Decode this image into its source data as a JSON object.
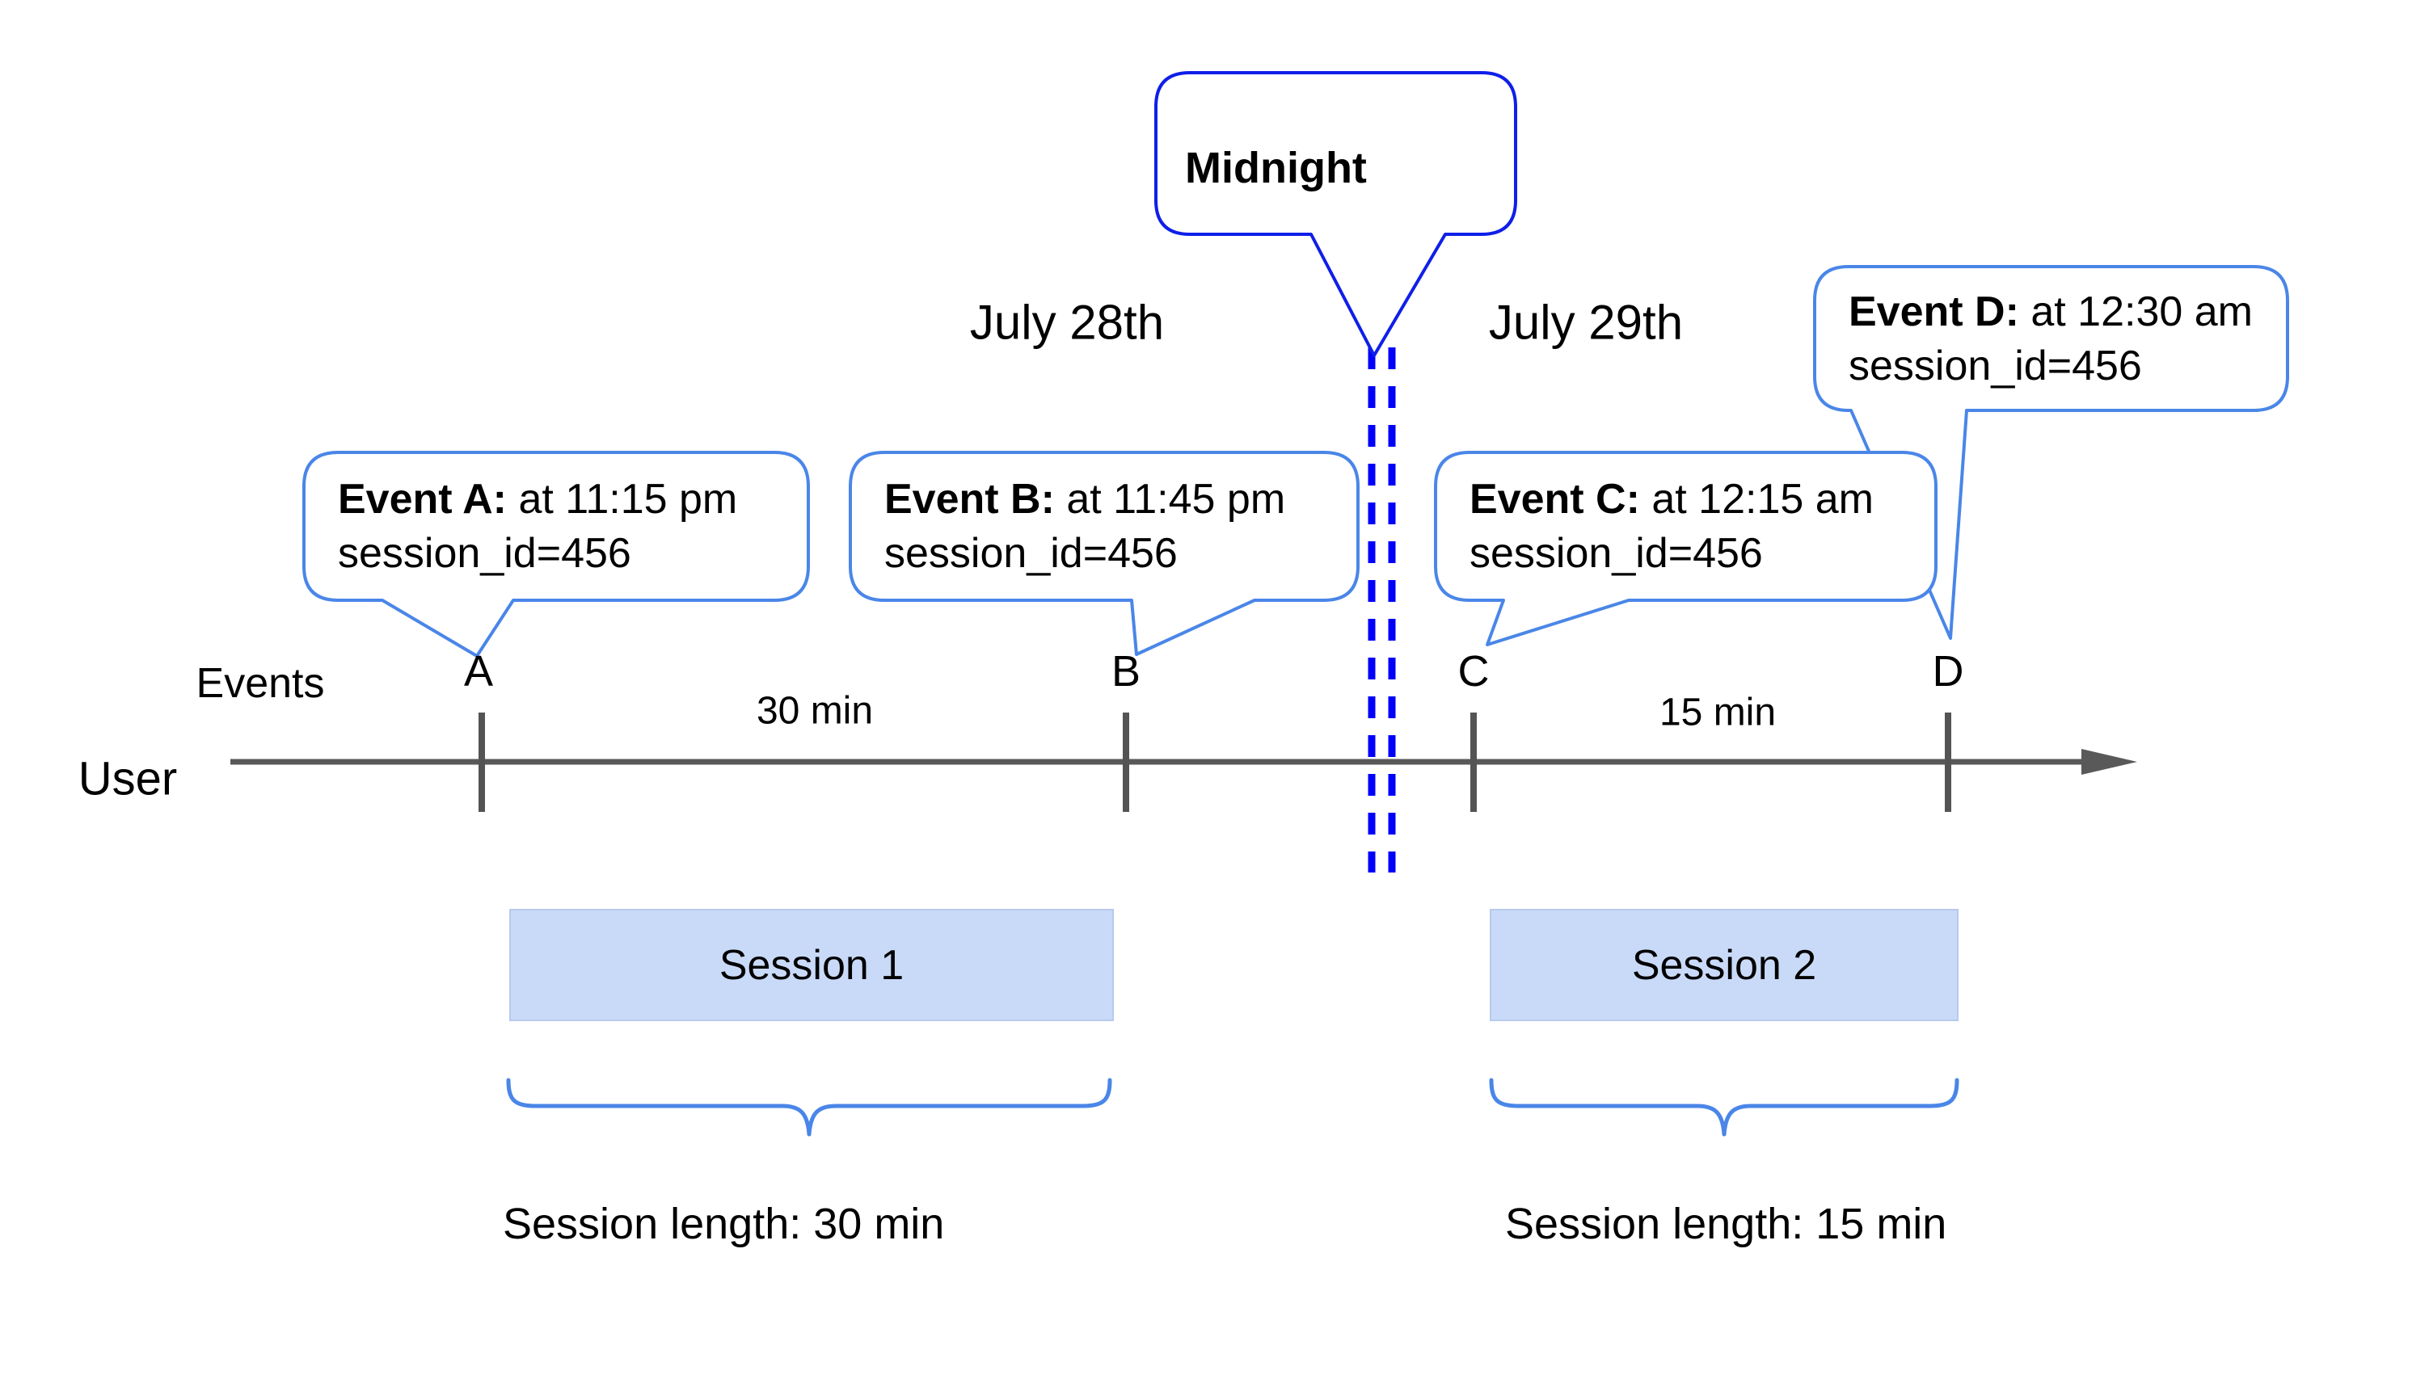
{
  "timeline": {
    "events_label": "Events",
    "user_label": "User",
    "tick_labels": [
      "A",
      "B",
      "C",
      "D"
    ],
    "interval_labels": [
      "30 min",
      "15 min"
    ],
    "date_left": "July 28th",
    "date_right": "July 29th"
  },
  "midnight": {
    "label": "Midnight"
  },
  "event_bubbles": [
    {
      "bold": "Event A:",
      "rest": " at 11:15 pm",
      "line2": "session_id=456"
    },
    {
      "bold": "Event B:",
      "rest": " at 11:45 pm",
      "line2": "session_id=456"
    },
    {
      "bold": "Event C:",
      "rest": " at 12:15 am",
      "line2": "session_id=456"
    },
    {
      "bold": "Event D:",
      "rest": " at 12:30 am",
      "line2": "session_id=456"
    }
  ],
  "sessions": [
    {
      "box_label": "Session 1",
      "length_label": "Session length: 30 min"
    },
    {
      "box_label": "Session 2",
      "length_label": "Session length: 15 min"
    }
  ],
  "colors": {
    "accent_blue": "#4a86e8",
    "deep_blue": "#0f1fe8",
    "dash_blue": "#0202fa",
    "line_gray": "#595959",
    "box_fill": "#c9daf8",
    "box_border": "#b7c9ee",
    "text_color": "#000000",
    "bubble_fill": "#ffffff"
  }
}
